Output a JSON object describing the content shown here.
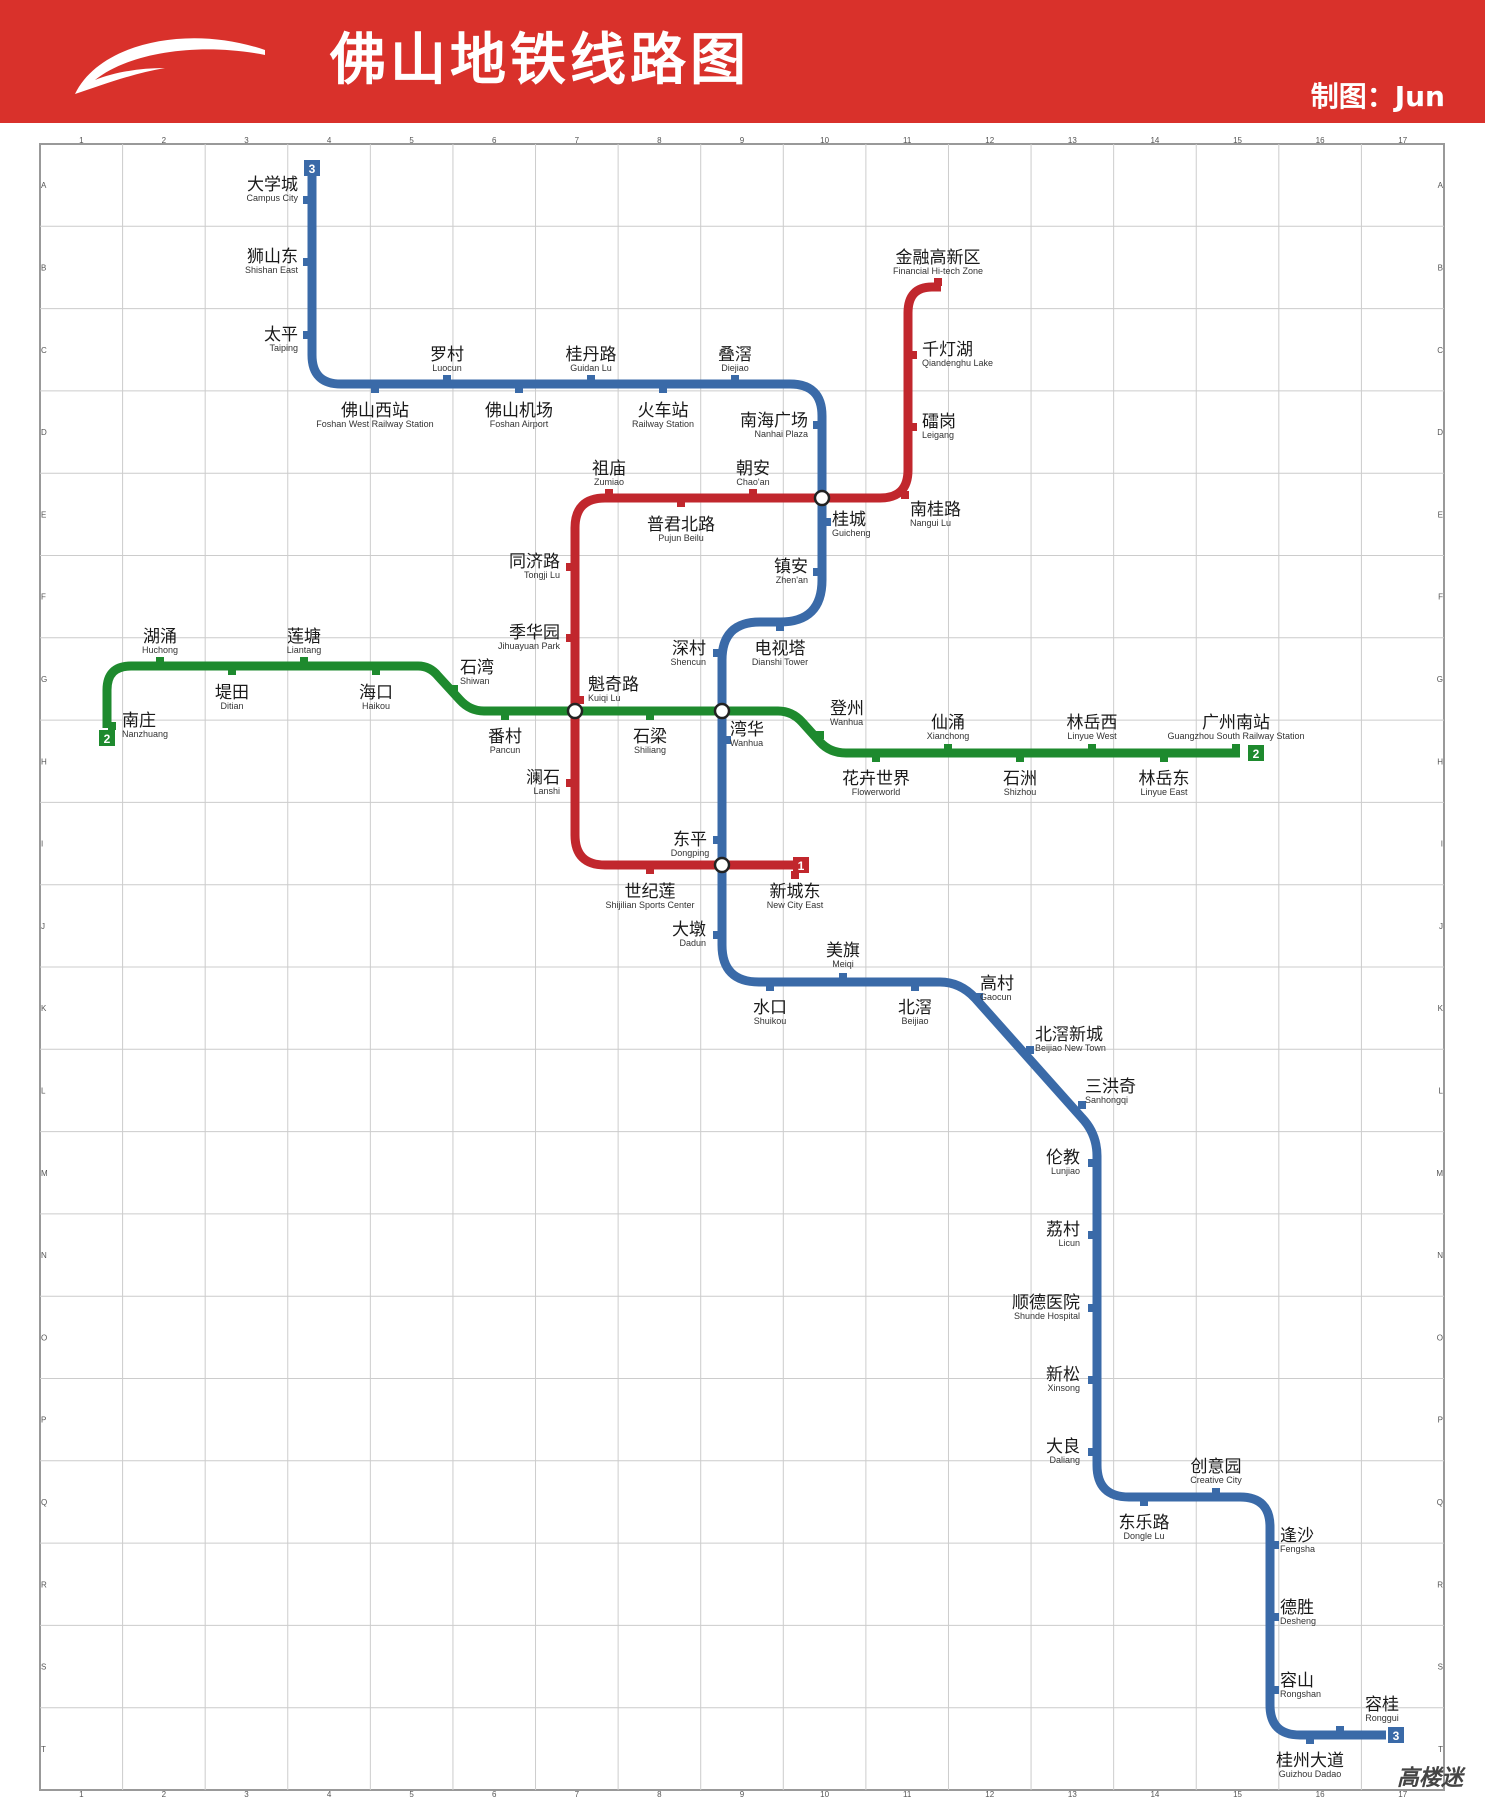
{
  "header": {
    "title": "佛山地铁线路图",
    "credit": "制图：Jun"
  },
  "colors": {
    "header_red": "#d9312b",
    "line1": "#c1272d",
    "line2": "#1e8a2e",
    "line3": "#3a6aa8",
    "grid": "#cccccc"
  },
  "grid": {
    "columns": [
      "1",
      "2",
      "3",
      "4",
      "5",
      "6",
      "7",
      "8",
      "9",
      "10",
      "11",
      "12",
      "13",
      "14",
      "15",
      "16",
      "17"
    ],
    "rows": [
      "A",
      "B",
      "C",
      "D",
      "E",
      "F",
      "G",
      "H",
      "I",
      "J",
      "K",
      "L",
      "M",
      "N",
      "O",
      "P",
      "Q",
      "R",
      "S",
      "T"
    ]
  },
  "lines": [
    {
      "id": "1",
      "color": "#c1272d",
      "icon": "line-1-badge"
    },
    {
      "id": "2",
      "color": "#1e8a2e",
      "icon": "line-2-badge"
    },
    {
      "id": "3",
      "color": "#3a6aa8",
      "icon": "line-3-badge"
    }
  ],
  "stations": [
    {
      "cn": "大学城",
      "en": "Campus City"
    },
    {
      "cn": "狮山东",
      "en": "Shishan East"
    },
    {
      "cn": "太平",
      "en": "Taiping"
    },
    {
      "cn": "佛山西站",
      "en": "Foshan West Railway Station"
    },
    {
      "cn": "罗村",
      "en": "Luocun"
    },
    {
      "cn": "佛山机场",
      "en": "Foshan Airport"
    },
    {
      "cn": "桂丹路",
      "en": "Guidan Lu"
    },
    {
      "cn": "火车站",
      "en": "Railway Station"
    },
    {
      "cn": "叠滘",
      "en": "Diejiao"
    },
    {
      "cn": "南海广场",
      "en": "Nanhai Plaza"
    },
    {
      "cn": "桂城",
      "en": "Guicheng"
    },
    {
      "cn": "镇安",
      "en": "Zhen'an"
    },
    {
      "cn": "电视塔",
      "en": "Dianshi Tower"
    },
    {
      "cn": "深村",
      "en": "Shencun"
    },
    {
      "cn": "湾华",
      "en": "Wanhua"
    },
    {
      "cn": "东平",
      "en": "Dongping"
    },
    {
      "cn": "大墩",
      "en": "Dadun"
    },
    {
      "cn": "水口",
      "en": "Shuikou"
    },
    {
      "cn": "美旗",
      "en": "Meiqi"
    },
    {
      "cn": "北滘",
      "en": "Beijiao"
    },
    {
      "cn": "高村",
      "en": "Gaocun"
    },
    {
      "cn": "北滘新城",
      "en": "Beijiao New Town"
    },
    {
      "cn": "三洪奇",
      "en": "Sanhongqi"
    },
    {
      "cn": "伦教",
      "en": "Lunjiao"
    },
    {
      "cn": "荔村",
      "en": "Licun"
    },
    {
      "cn": "顺德医院",
      "en": "Shunde Hospital"
    },
    {
      "cn": "新松",
      "en": "Xinsong"
    },
    {
      "cn": "大良",
      "en": "Daliang"
    },
    {
      "cn": "东乐路",
      "en": "Dongle Lu"
    },
    {
      "cn": "创意园",
      "en": "Creative City"
    },
    {
      "cn": "逢沙",
      "en": "Fengsha"
    },
    {
      "cn": "德胜",
      "en": "Desheng"
    },
    {
      "cn": "容山",
      "en": "Rongshan"
    },
    {
      "cn": "容桂",
      "en": "Ronggui"
    },
    {
      "cn": "桂州大道",
      "en": "Guizhou Dadao"
    },
    {
      "cn": "金融高新区",
      "en": "Financial Hi-tech Zone"
    },
    {
      "cn": "千灯湖",
      "en": "Qiandenghu Lake"
    },
    {
      "cn": "礌岗",
      "en": "Leigang"
    },
    {
      "cn": "南桂路",
      "en": "Nangui Lu"
    },
    {
      "cn": "朝安",
      "en": "Chao'an"
    },
    {
      "cn": "普君北路",
      "en": "Pujun Beilu"
    },
    {
      "cn": "祖庙",
      "en": "Zumiao"
    },
    {
      "cn": "同济路",
      "en": "Tongji Lu"
    },
    {
      "cn": "季华园",
      "en": "Jihuayuan Park"
    },
    {
      "cn": "魁奇路",
      "en": "Kuiqi Lu"
    },
    {
      "cn": "澜石",
      "en": "Lanshi"
    },
    {
      "cn": "世纪莲",
      "en": "Shijilian Sports Center"
    },
    {
      "cn": "新城东",
      "en": "New City East"
    },
    {
      "cn": "南庄",
      "en": "Nanzhuang"
    },
    {
      "cn": "湖涌",
      "en": "Huchong"
    },
    {
      "cn": "堤田",
      "en": "Ditian"
    },
    {
      "cn": "莲塘",
      "en": "Liantang"
    },
    {
      "cn": "海口",
      "en": "Haikou"
    },
    {
      "cn": "石湾",
      "en": "Shiwan"
    },
    {
      "cn": "番村",
      "en": "Pancun"
    },
    {
      "cn": "石梁",
      "en": "Shiliang"
    },
    {
      "cn": "登州",
      "en": "Wanhua"
    },
    {
      "cn": "花卉世界",
      "en": "Flowerworld"
    },
    {
      "cn": "仙涌",
      "en": "Xianchong"
    },
    {
      "cn": "石洲",
      "en": "Shizhou"
    },
    {
      "cn": "林岳西",
      "en": "Linyue West"
    },
    {
      "cn": "林岳东",
      "en": "Linyue East"
    },
    {
      "cn": "广州南站",
      "en": "Guangzhou South Railway Station"
    }
  ],
  "watermark": "高楼迷"
}
